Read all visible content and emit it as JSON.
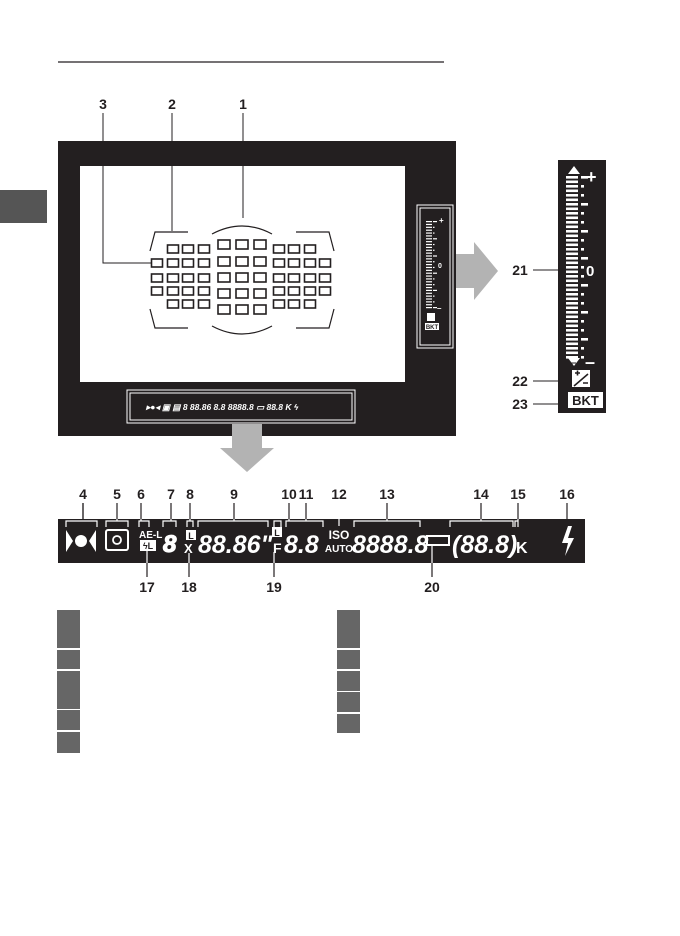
{
  "side_tab_color": "#555555",
  "viewfinder": {
    "callouts": [
      "3",
      "2",
      "1"
    ],
    "exposure_panel": {
      "plus": "+",
      "zero": "0",
      "minus": "–",
      "bkt": "BKT"
    },
    "info_strip": "▸●◂ ▣ ▤ 8 88.86 8.8 8888.8 ▭ 88.8 K ϟ"
  },
  "scale_callouts": {
    "scale": "21",
    "exp_comp": "22",
    "bracketing": "23"
  },
  "scale": {
    "plus": "+",
    "zero": "0",
    "minus": "–",
    "bkt": "BKT"
  },
  "bar": {
    "top_callouts": [
      "4",
      "5",
      "6",
      "7",
      "8",
      "9",
      "10",
      "11",
      "12",
      "13",
      "14",
      "15",
      "16"
    ],
    "bottom_callouts": [
      "17",
      "18",
      "19",
      "20"
    ],
    "ae_l": "AE-L",
    "fl": "ϟL",
    "l8": "L",
    "x": "X",
    "shutter": "88.86\"",
    "l10": "L",
    "f": "F",
    "aperture": "8.8",
    "iso": "ISO",
    "auto": "AUTO",
    "count": "8888.8",
    "frames": "(88.8)",
    "k": "K",
    "digit7": "8",
    "flash": "ϟ"
  },
  "colors": {
    "black": "#231f20",
    "arrow": "#b3b3b3",
    "cell": "#666666"
  }
}
